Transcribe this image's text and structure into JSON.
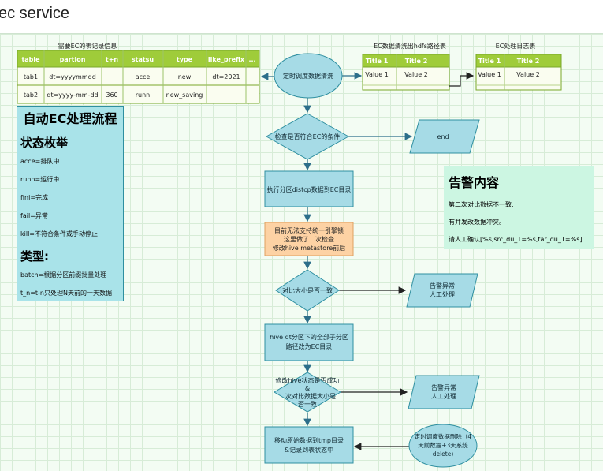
{
  "header": {
    "title": "ec service"
  },
  "record_table": {
    "caption": "需要EC的表记录信息",
    "columns": [
      "table",
      "partion",
      "t+n",
      "statsu",
      "type",
      "like_prefix",
      "..."
    ],
    "rows": [
      [
        "tab1",
        "dt=yyyymmdd",
        "",
        "acce",
        "new",
        "dt=2021"
      ],
      [
        "tab2",
        "dt=yyyy-mm-dd",
        "360",
        "runn",
        "new_saving",
        ""
      ]
    ]
  },
  "hdfs_table": {
    "caption": "EC数据清洗出hdfs路径表",
    "columns": [
      "Title 1",
      "Title 2"
    ],
    "row": [
      "Value 1",
      "Value 2"
    ]
  },
  "log_table": {
    "caption": "EC处理日志表",
    "columns": [
      "Title 1",
      "Title 2"
    ],
    "row": [
      "Value 1",
      "Value 2"
    ]
  },
  "panel": {
    "title": "自动EC处理流程",
    "enum_title": "状态枚举",
    "enum_items": [
      "acce=排队中",
      "runn=运行中",
      "fini=完成",
      "fail=异常",
      "kill=不符合条件或手动停止"
    ],
    "type_title": "类型:",
    "type_items": [
      "batch=根据分区前缀批量处理",
      "t_n=t-n只处理N天前的一天数据"
    ]
  },
  "alarm": {
    "title": "告警内容",
    "lines": [
      "第二次对比数据不一致,",
      "有并发改数据冲突。",
      "请人工确认[%s,src_du_1=%s,tar_du_1=%s]"
    ]
  },
  "flow": {
    "start": "定时调度数据清洗",
    "d1": "检查是否符合EC的条件",
    "end": "end",
    "p1": "执行分区distcp数据到EC目录",
    "note": [
      "目前无法支持统一引擎锁",
      "这里做了二次检查",
      "修改hive metastore前后"
    ],
    "d2": "对比大小是否一致",
    "alert1": [
      "告警异常",
      "人工处理"
    ],
    "p2": [
      "hive dt分区下的全部子分区",
      "路径改为EC目录"
    ],
    "d3": [
      "修改hive状态是否成功",
      "&",
      "二次对比数据大小是",
      "否一致"
    ],
    "alert2": [
      "告警异常",
      "人工处理"
    ],
    "p3": [
      "移动原始数据到tmp目录",
      "&记录到表状态中"
    ],
    "timer": [
      "定时调度数据删除（4",
      "天前数据+3天系统",
      "delete)"
    ]
  },
  "colors": {
    "node_fill": "#a6dbe6",
    "node_stroke": "#2f8fa0",
    "note_fill": "#fdd2a4",
    "table_header": "#9fcc3a",
    "table_body": "#fafdf0",
    "alarm_fill": "#ccf6e2",
    "panel_fill": "#a9e3e9"
  }
}
